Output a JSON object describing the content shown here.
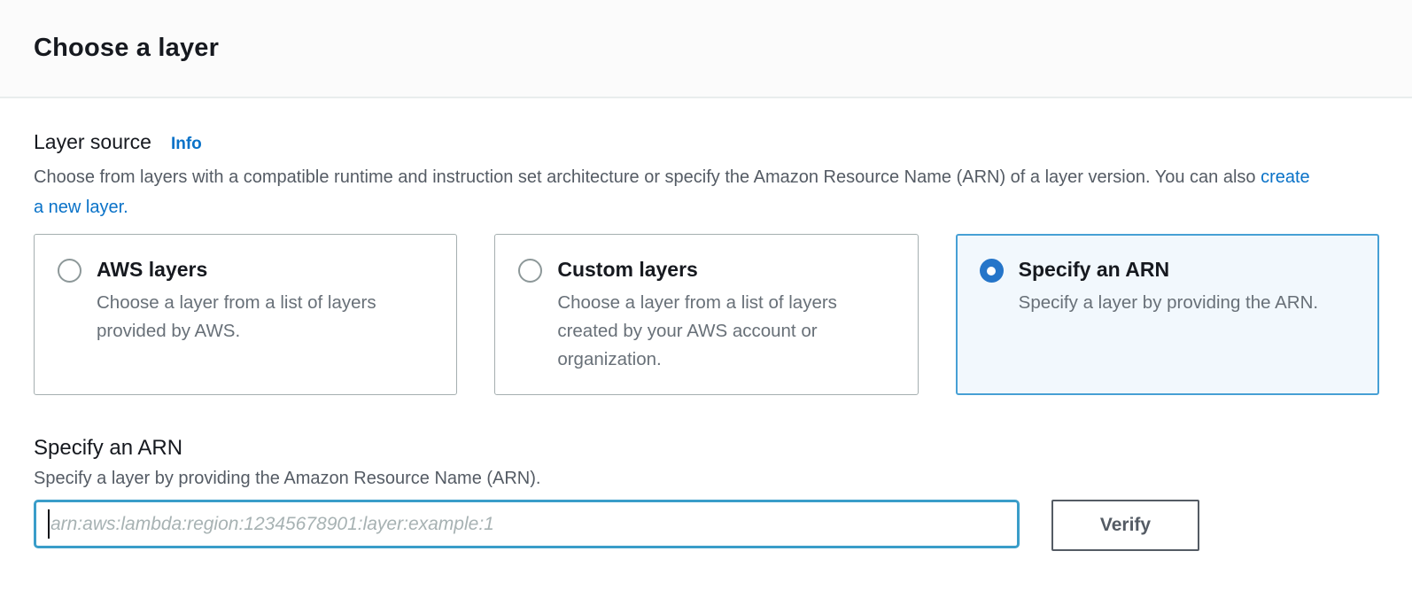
{
  "header": {
    "title": "Choose a layer"
  },
  "layer_source": {
    "label": "Layer source",
    "info_link_label": "Info",
    "description_text": "Choose from layers with a compatible runtime and instruction set architecture or specify the Amazon Resource Name (ARN) of a layer version. You can also ",
    "create_layer_link_label": "create a new layer.",
    "options": [
      {
        "title": "AWS layers",
        "description": "Choose a layer from a list of layers provided by AWS.",
        "selected": false
      },
      {
        "title": "Custom layers",
        "description": "Choose a layer from a list of layers created by your AWS account or organization.",
        "selected": false
      },
      {
        "title": "Specify an ARN",
        "description": "Specify a layer by providing the ARN.",
        "selected": true
      }
    ]
  },
  "arn_section": {
    "title": "Specify an ARN",
    "description": "Specify a layer by providing the Amazon Resource Name (ARN).",
    "input_value": "",
    "input_placeholder": "arn:aws:lambda:region:12345678901:layer:example:1",
    "verify_button_label": "Verify"
  },
  "colors": {
    "selected_tile_border": "#47a0d5",
    "selected_tile_background": "#f2f8fd",
    "radio_checked": "#2575c9",
    "focused_input_border": "#3a9dc9",
    "link_blue": "#0972c8",
    "body_gray": "#545b64"
  }
}
